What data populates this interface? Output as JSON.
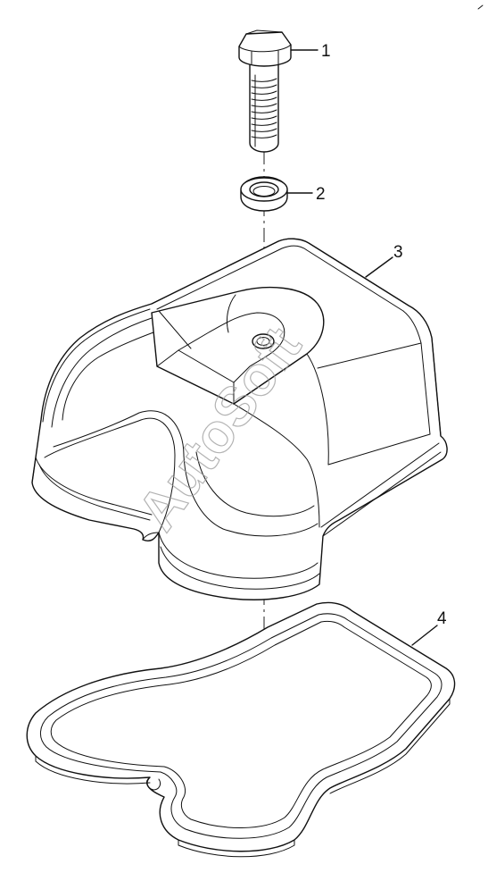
{
  "diagram": {
    "callouts": [
      {
        "id": "bolt",
        "label": "1"
      },
      {
        "id": "washer",
        "label": "2"
      },
      {
        "id": "cover",
        "label": "3"
      },
      {
        "id": "gasket",
        "label": "4"
      }
    ],
    "watermark": "AutoSoft"
  },
  "colors": {
    "line": "#111111",
    "background": "#ffffff",
    "watermark": "#9a9a9a"
  }
}
